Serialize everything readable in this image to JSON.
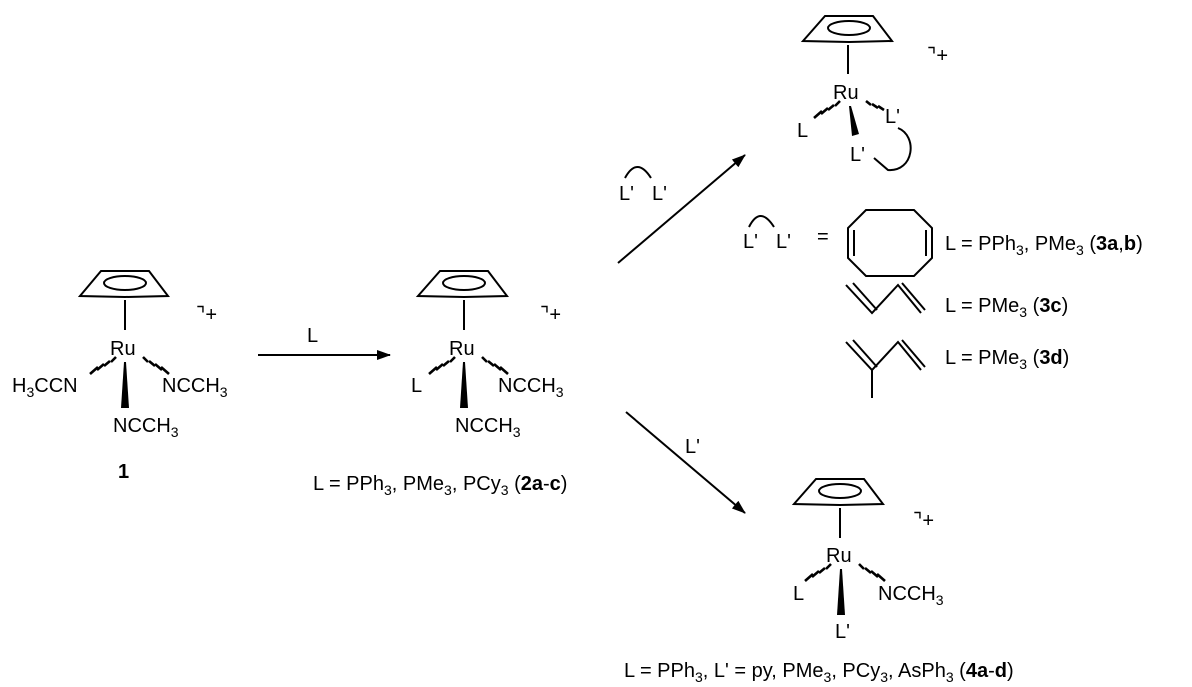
{
  "compound1": {
    "metal": "Ru",
    "charge": "+",
    "ligand_left": "H3CCN",
    "ligand_right": "NCCH3",
    "ligand_bottom": "NCCH3",
    "label": "1"
  },
  "arrow1": {
    "reagent": "L"
  },
  "compound2": {
    "metal": "Ru",
    "charge": "+",
    "ligand_left": "L",
    "ligand_right": "NCCH3",
    "ligand_bottom": "NCCH3",
    "caption": {
      "prefix": "L = PPh3, PMe3, PCy3 (",
      "id1": "2a",
      "dash": "-",
      "id2": "c",
      "suffix": ")"
    }
  },
  "arrow_up": {
    "reagent_left": "L'",
    "reagent_right": "L'"
  },
  "compound3": {
    "metal": "Ru",
    "charge": "+",
    "ligand_left": "L",
    "ligand_right": "L'",
    "ligand_bottom": "L'"
  },
  "definition": {
    "lhs_left": "L'",
    "lhs_right": "L'",
    "equals": "=",
    "rows": [
      {
        "text": "L = PPh3, PMe3 (",
        "id": "3a",
        "sep": ",",
        "id2": "b",
        "suffix": ")"
      },
      {
        "text": "L = PMe3 (",
        "id": "3c",
        "suffix": ")"
      },
      {
        "text": "L = PMe3 (",
        "id": "3d",
        "suffix": ")"
      }
    ]
  },
  "arrow_down": {
    "reagent": "L'"
  },
  "compound4": {
    "metal": "Ru",
    "charge": "+",
    "ligand_left": "L",
    "ligand_right": "NCCH3",
    "ligand_bottom": "L'",
    "caption": {
      "prefix": "L = PPh3, L' = py, PMe3, PCy3, AsPh3 (",
      "id1": "4a",
      "dash": "-",
      "id2": "d",
      "suffix": ")"
    }
  }
}
